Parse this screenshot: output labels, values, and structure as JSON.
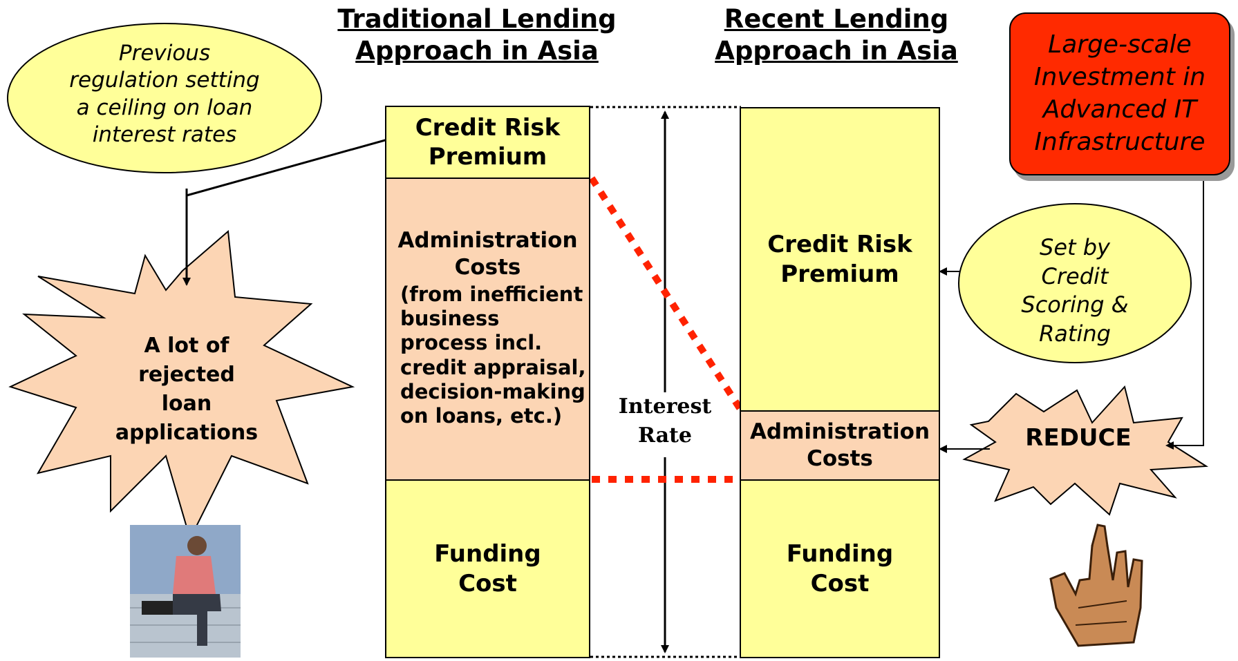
{
  "titles": {
    "traditional": [
      "Traditional Lending",
      "Approach in Asia"
    ],
    "recent": [
      "Recent Lending",
      "Approach in Asia"
    ]
  },
  "previous_regulation": [
    "Previous",
    "regulation setting",
    "a ceiling on loan",
    "interest rates"
  ],
  "rejected": [
    "A lot of",
    "rejected",
    "loan",
    "applications"
  ],
  "traditional_column": {
    "credit_risk": [
      "Credit Risk",
      "Premium"
    ],
    "admin_title": [
      "Administration",
      "Costs"
    ],
    "admin_detail": [
      "(from  inefficient",
      "business",
      "process incl.",
      "credit appraisal,",
      "decision-making",
      "on loans, etc.)"
    ],
    "funding": [
      "Funding",
      "Cost"
    ]
  },
  "interest_rate": [
    "Interest",
    "Rate"
  ],
  "recent_column": {
    "credit_risk": [
      "Credit Risk",
      "Premium"
    ],
    "admin": [
      "Administration",
      "Costs"
    ],
    "funding": [
      "Funding",
      "Cost"
    ]
  },
  "it_investment": [
    "Large-scale",
    "Investment in",
    "Advanced IT",
    "Infrastructure"
  ],
  "set_by": [
    "Set by",
    "Credit",
    "Scoring &",
    "Rating"
  ],
  "reduce": "REDUCE",
  "colors": {
    "yellow": "#ffff99",
    "peach": "#fcd5b4",
    "red_box": "#ff2a00",
    "dotted_red": "#ff2200"
  },
  "icons": {
    "sad_man": "person-sitting-head-in-hands-photo",
    "pointing_hand": "pointing-finger-hand-icon"
  }
}
